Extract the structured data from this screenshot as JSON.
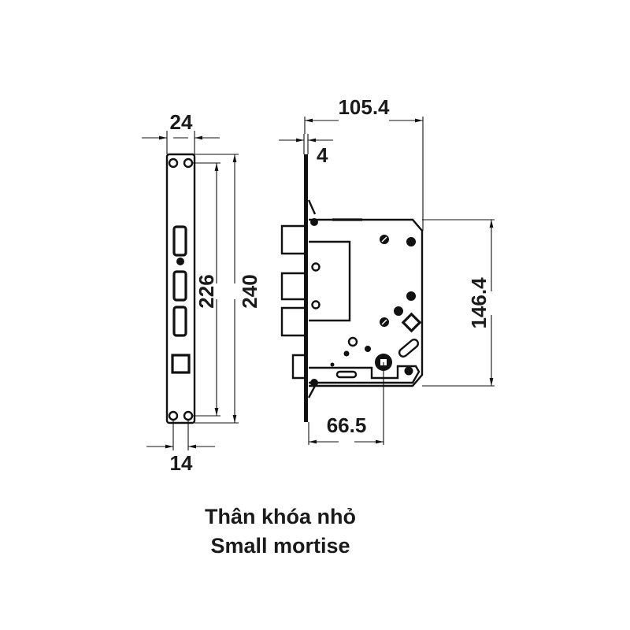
{
  "diagram": {
    "type": "technical-drawing",
    "subject": "mortise lock body",
    "colors": {
      "line": "#111111",
      "text": "#1a1a1a",
      "background": "#ffffff"
    },
    "faceplate_view": {
      "dimensions": {
        "width": "24",
        "hole_spacing": "14",
        "screw_hole_distance": "226",
        "total_height": "240"
      }
    },
    "body_view": {
      "dimensions": {
        "depth": "105.4",
        "faceplate_thickness": "4",
        "body_height": "146.4",
        "backset": "66.5"
      }
    }
  },
  "caption": {
    "line1": "Thân khóa nhỏ",
    "line2": "Small mortise"
  }
}
